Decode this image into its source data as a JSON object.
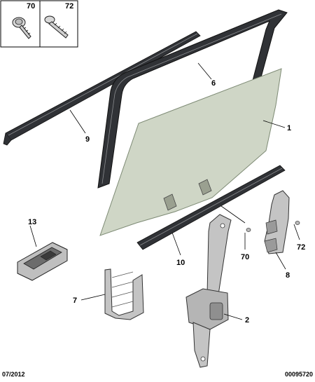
{
  "legend": {
    "items": [
      {
        "number": "70",
        "icon": "flange-screw-icon"
      },
      {
        "number": "72",
        "icon": "self-tapping-screw-icon"
      }
    ]
  },
  "callouts": {
    "glass": "1",
    "regulator": "2",
    "rear_regulator": "8",
    "bracket": "7",
    "inner_seal": "10",
    "belt_seal": "9",
    "frame_seal": "6",
    "switch": "13",
    "screw_70": "70",
    "screw_72": "72"
  },
  "footer": {
    "date": "07/2012",
    "reference": "00095720"
  },
  "colors": {
    "glass": "#cfd6c6",
    "seal": "#2f3134",
    "metal": "#c4c4c4",
    "line": "#000000"
  }
}
